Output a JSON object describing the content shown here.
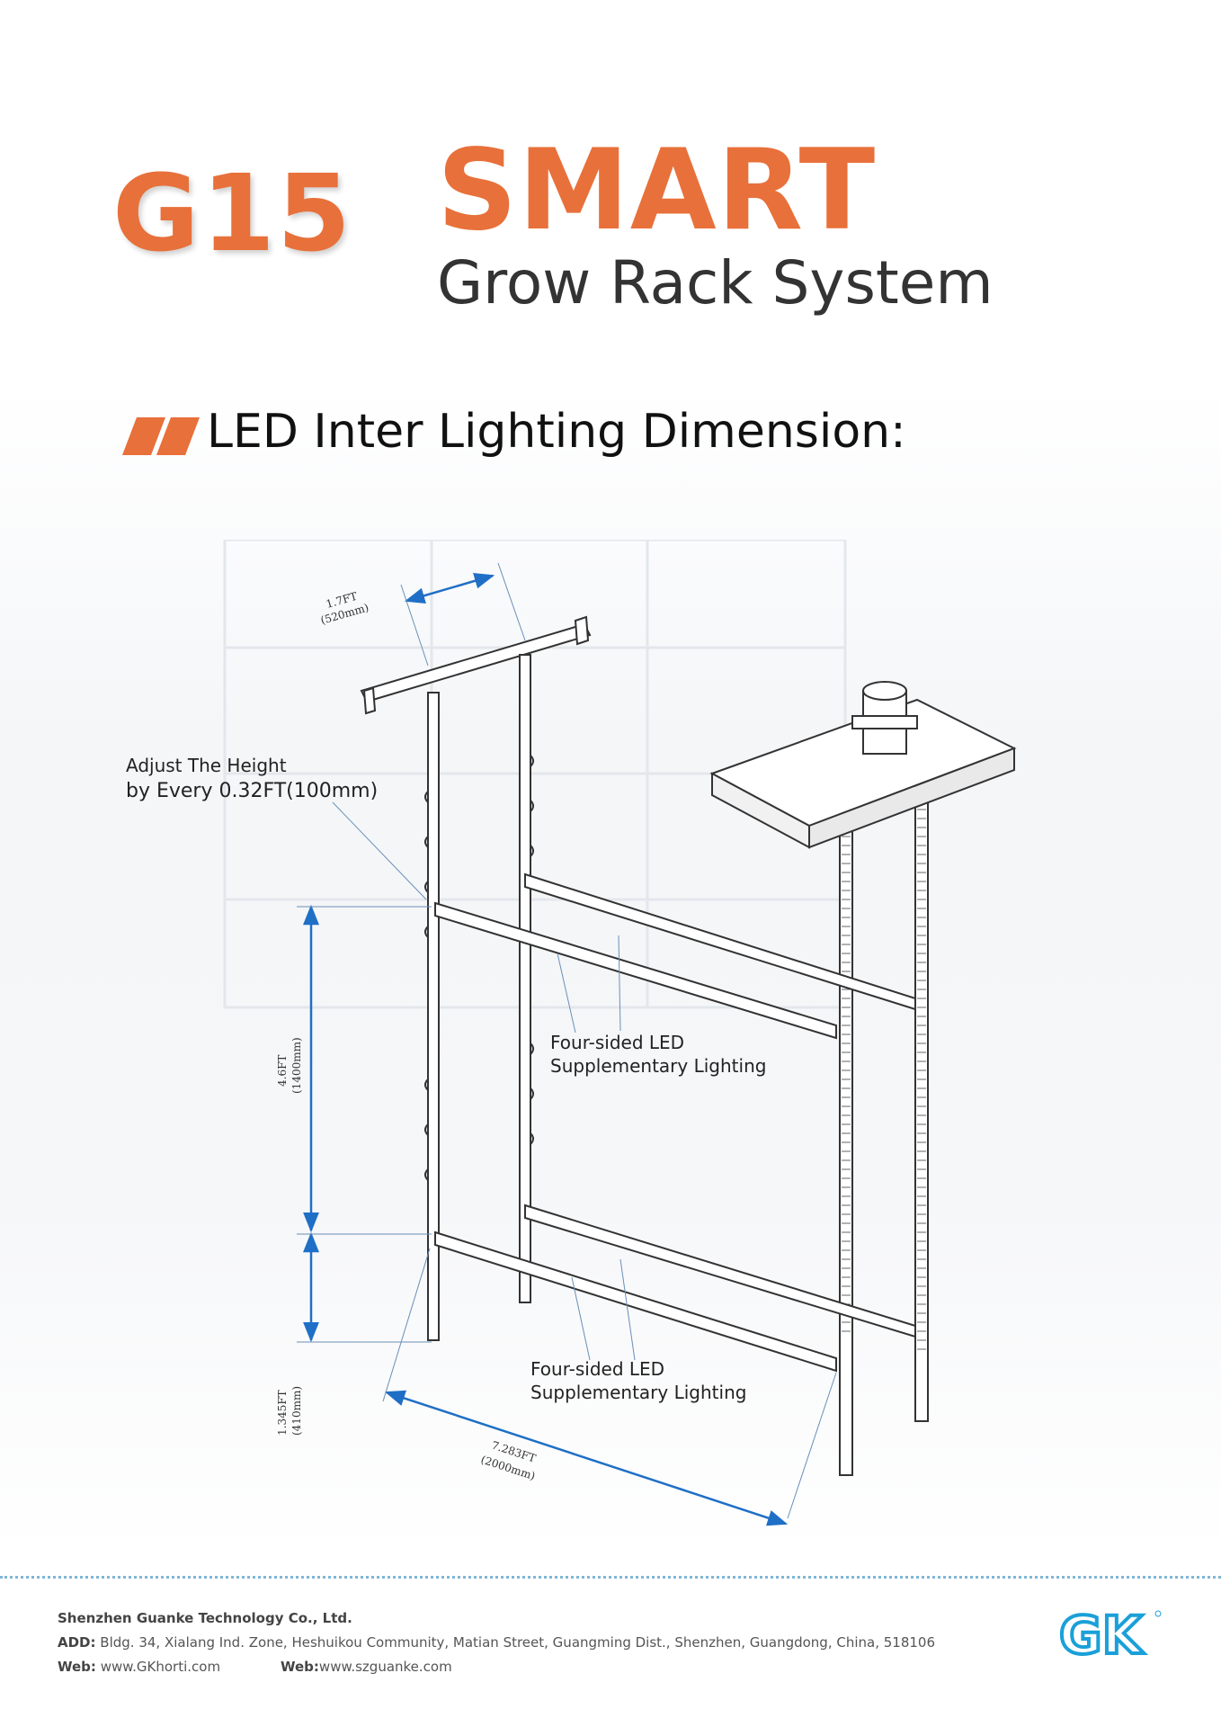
{
  "header": {
    "model": "G15",
    "title": "SMART",
    "subtitle": "Grow Rack System"
  },
  "section": {
    "heading": "LED Inter Lighting Dimension:"
  },
  "diagram": {
    "width_ft": "1.7FT",
    "width_mm": "(520mm)",
    "adjust_line1": "Adjust The Height",
    "adjust_line2": "by Every 0.32FT(100mm)",
    "height_ft": "4.6FT",
    "height_mm": "(1400mm)",
    "bottom_ft": "1.345FT",
    "bottom_mm": "(410mm)",
    "length_ft": "7.283FT",
    "length_mm": "(2000mm)",
    "led_upper_line1": "Four-sided LED",
    "led_upper_line2": "Supplementary Lighting",
    "led_lower_line1": "Four-sided LED",
    "led_lower_line2": "Supplementary Lighting"
  },
  "footer": {
    "company": "Shenzhen Guanke Technology Co., Ltd.",
    "address_label": "ADD:",
    "address": "Bldg. 34, Xialang Ind. Zone, Heshuikou Community, Matian Street, Guangming Dist., Shenzhen, Guangdong, China, 518106",
    "web_label": "Web:",
    "web1": "www.GKhorti.com",
    "web2": "www.szguanke.com",
    "logo_text": "GK"
  },
  "colors": {
    "brand_orange": "#e8703a",
    "dimension_blue": "#1f6fc6",
    "logo_blue": "#1aa0d8"
  }
}
